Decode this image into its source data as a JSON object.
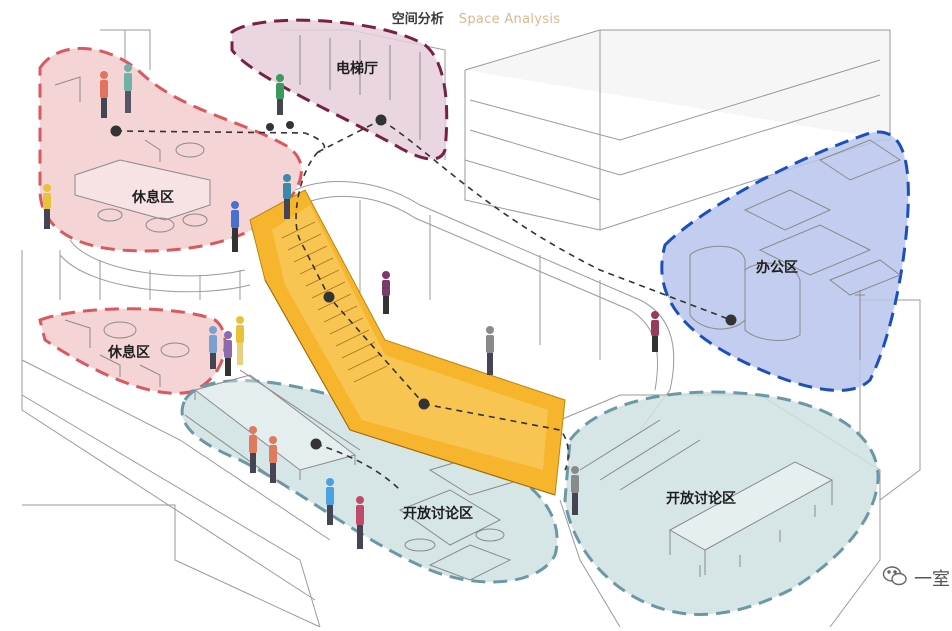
{
  "header": {
    "title_cn": "空间分析",
    "title_en": "Space Analysis"
  },
  "zones": {
    "lounge_upper": "休息区",
    "lounge_lower": "休息区",
    "elevator_hall": "电梯厅",
    "office": "办公区",
    "discussion_left": "开放讨论区",
    "discussion_right": "开放讨论区"
  },
  "watermark": {
    "text": "一室",
    "icon": "wechat-icon"
  },
  "colors": {
    "lounge_fill": "#f1c6c8",
    "lounge_stroke": "#d9595f",
    "elevator_fill": "#e6cfdc",
    "elevator_stroke": "#7a1f45",
    "office_fill": "#b9c4ec",
    "office_stroke": "#1b4fbf",
    "discussion_fill": "#cfe0e2",
    "discussion_stroke": "#6b98a6",
    "stair": "#f6b52d",
    "route": "#333333"
  }
}
